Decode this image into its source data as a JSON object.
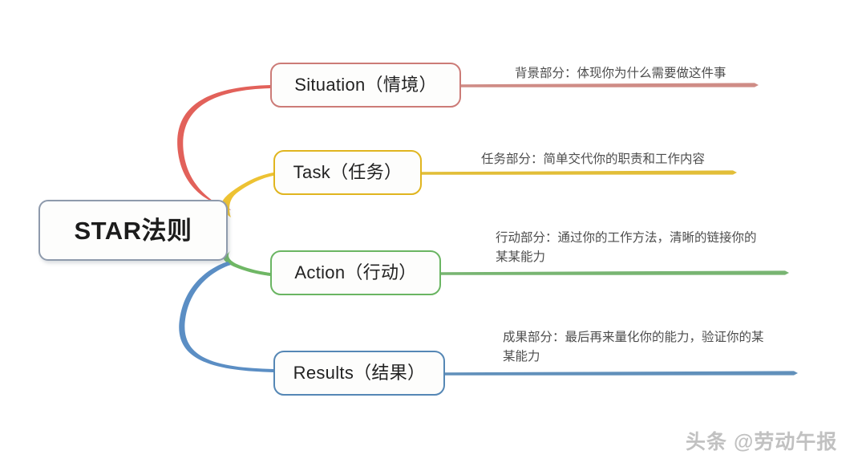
{
  "diagram": {
    "root": {
      "label": "STAR法则",
      "border_color": "#8e9aac"
    },
    "branches": [
      {
        "key": "situation",
        "label": "Situation（情境）",
        "description": "背景部分：体现你为什么需要做这件事",
        "color": "#cc7b77",
        "curve_color": "#e2615a",
        "line_color": "#cf8c86"
      },
      {
        "key": "task",
        "label": "Task（任务）",
        "description": "任务部分：简单交代你的职责和工作内容",
        "color": "#e0b51f",
        "curve_color": "#edc233",
        "line_color": "#e2be38"
      },
      {
        "key": "action",
        "label": "Action（行动）",
        "description": "行动部分：通过你的工作方法，清晰的链接你的\n某某能力",
        "color": "#6ab562",
        "curve_color": "#6fb765",
        "line_color": "#78b572"
      },
      {
        "key": "results",
        "label": "Results（结果）",
        "description": "成果部分：最后再来量化你的能力，验证你的某\n某能力",
        "color": "#5587b5",
        "curve_color": "#5b8ec4",
        "line_color": "#6190bb"
      }
    ]
  },
  "watermark": {
    "text": "头条 @劳动午报"
  }
}
